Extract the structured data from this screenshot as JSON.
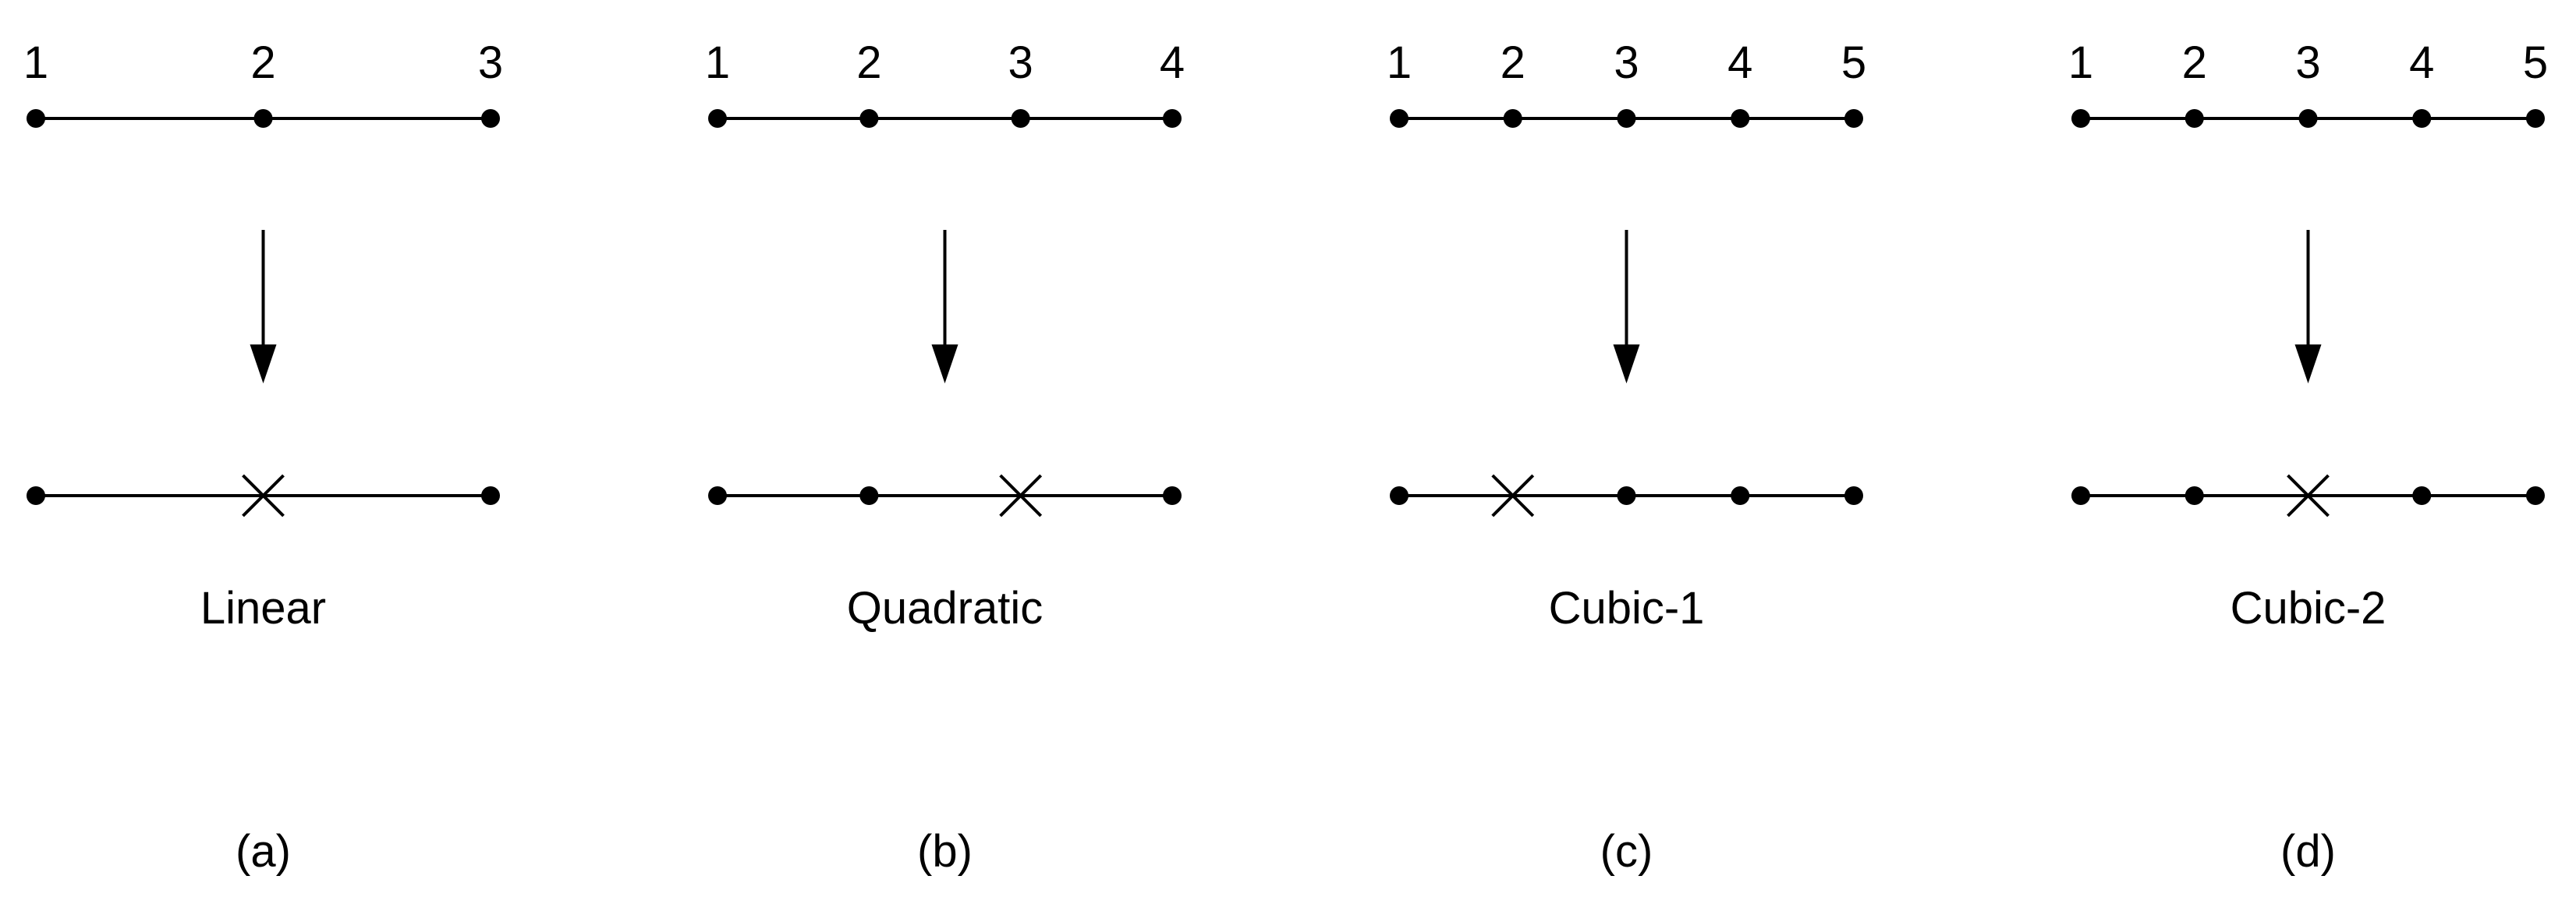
{
  "colors": {
    "background": "#ffffff",
    "ink": "#000000"
  },
  "panels": [
    {
      "name": "linear",
      "label": "Linear",
      "tag": "(a)",
      "nodes": [
        "1",
        "2",
        "3"
      ],
      "removed_node": "2"
    },
    {
      "name": "quadratic",
      "label": "Quadratic",
      "tag": "(b)",
      "nodes": [
        "1",
        "2",
        "3",
        "4"
      ],
      "removed_node": "3"
    },
    {
      "name": "cubic-1",
      "label": "Cubic-1",
      "tag": "(c)",
      "nodes": [
        "1",
        "2",
        "3",
        "4",
        "5"
      ],
      "removed_node": "2"
    },
    {
      "name": "cubic-2",
      "label": "Cubic-2",
      "tag": "(d)",
      "nodes": [
        "1",
        "2",
        "3",
        "4",
        "5"
      ],
      "removed_node": "3"
    }
  ]
}
